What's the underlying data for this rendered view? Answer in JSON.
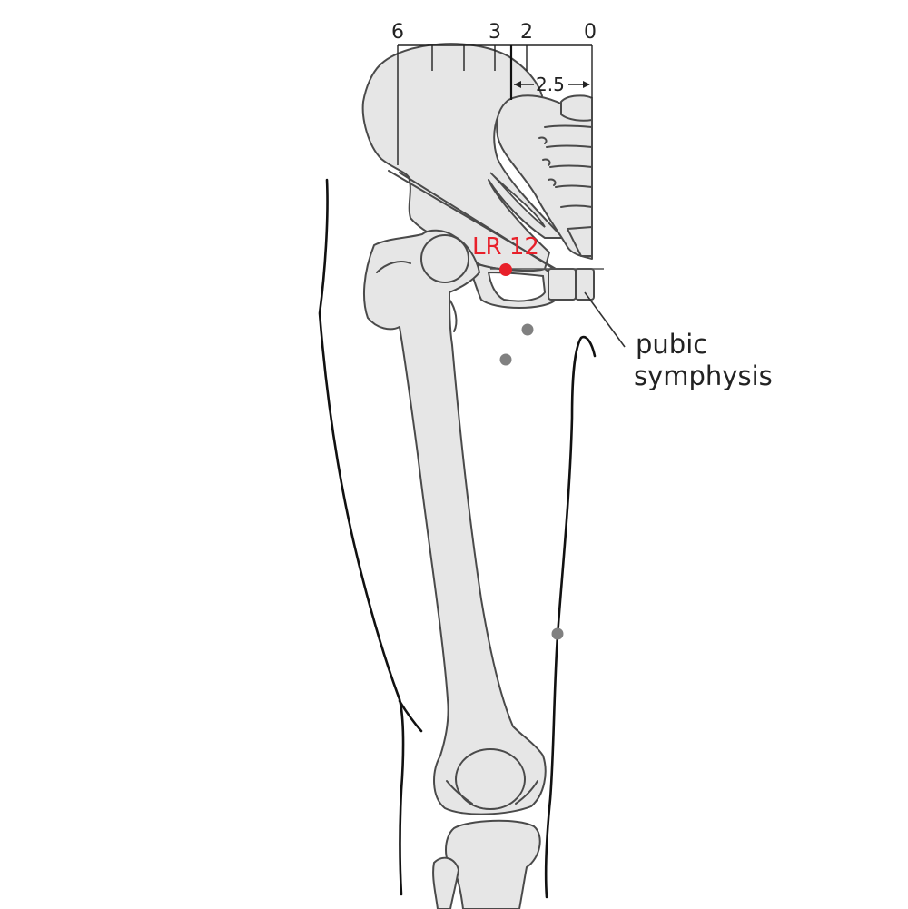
{
  "ruler": {
    "tick_labels": [
      "6",
      "3",
      "2",
      "0"
    ],
    "measurement": "2.5"
  },
  "acupoint": {
    "label": "LR 12",
    "color": "#e8202a"
  },
  "callout": {
    "line1": "pubic",
    "line2": "symphysis"
  },
  "other_point_color": "#808080",
  "bone_fill_color": "#e6e6e6",
  "outline_color": "#111111"
}
